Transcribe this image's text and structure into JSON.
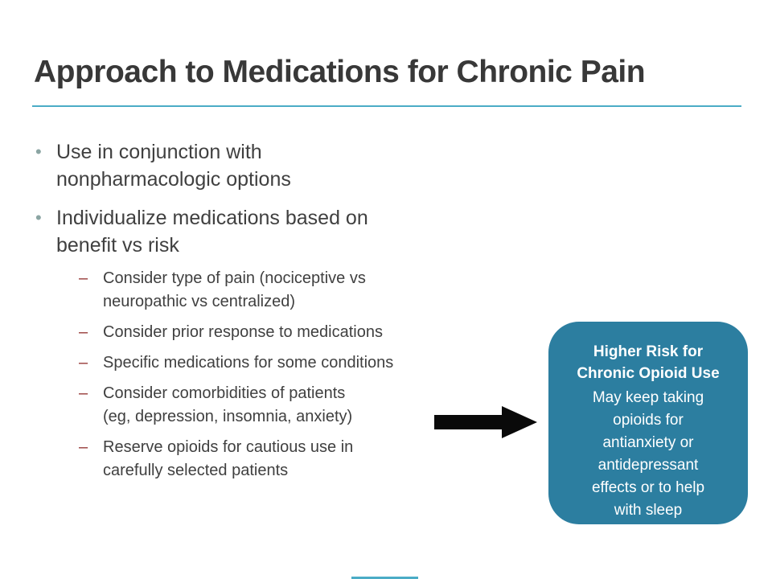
{
  "title": "Approach to Medications for Chronic Pain",
  "markers": {
    "bullet": "•",
    "dash": "–"
  },
  "bullets": [
    {
      "text": "Use in conjunction with\nnonpharmacologic options"
    },
    {
      "text": "Individualize medications based on\nbenefit vs risk",
      "sub": [
        "Consider type of pain (nociceptive vs\nneuropathic vs centralized)",
        "Consider prior response to medications",
        "Specific medications for some conditions",
        "Consider comorbidities of patients\n(eg, depression, insomnia, anxiety)",
        "Reserve opioids for cautious use in\ncarefully selected patients"
      ]
    }
  ],
  "callout": {
    "title": "Higher Risk for\nChronic Opioid Use",
    "body": "May keep taking\nopioids for\nantianxiety or\nantidepressant\neffects or to help\nwith sleep"
  },
  "colors": {
    "accent_line": "#4BACC6",
    "callout_background": "#2C7EA0",
    "callout_text": "#FFFFFF",
    "dash_marker": "#953735",
    "bullet_marker": "#8BA5A3",
    "body_text": "#404040",
    "title_text": "#383838",
    "arrow": "#000000"
  }
}
